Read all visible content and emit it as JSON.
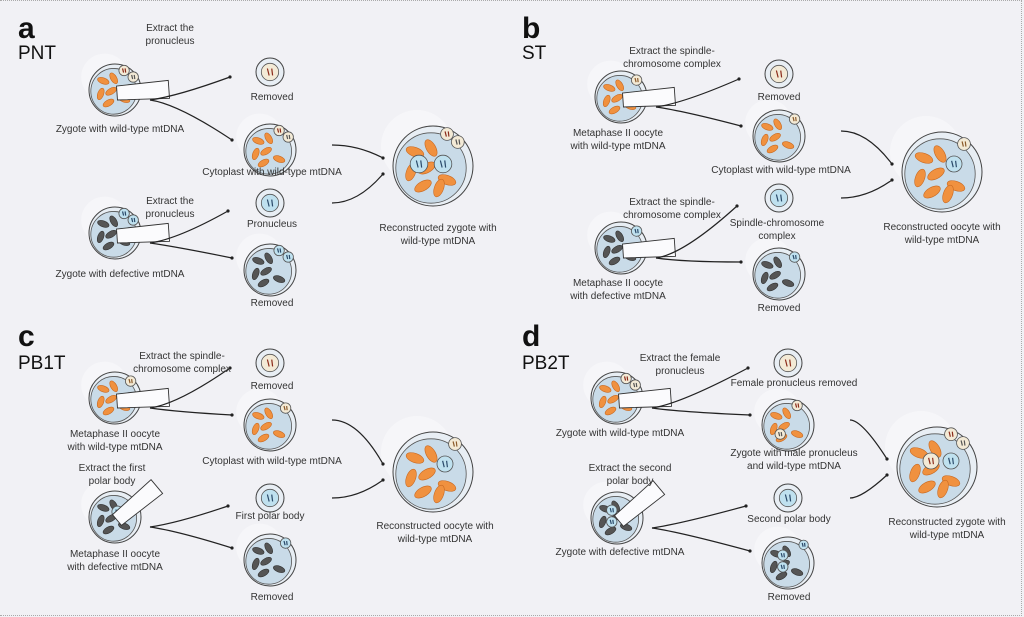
{
  "colors": {
    "background": "#f1f1f5",
    "cytoplasm": "#c9dbe8",
    "zona": "#e8eef4",
    "outline": "#444444",
    "wildtype_mito": "#f0913f",
    "defective_mito": "#555555",
    "blue_nucleus": "#bfe1ef",
    "beige_nucleus": "#f3ead6",
    "arrow": "#222222"
  },
  "panels": [
    {
      "letter": "a",
      "name": "PNT",
      "labels": {
        "extract_top": [
          "Extract the",
          "pronucleus"
        ],
        "donor_top": [
          "Zygote with wild-type mtDNA"
        ],
        "removed_top": [
          "Removed"
        ],
        "cytoplast": [
          "Cytoplast with wild-type mtDNA"
        ],
        "extract_bottom": [
          "Extract the",
          "pronucleus"
        ],
        "donor_bottom": [
          "Zygote with defective mtDNA"
        ],
        "transfer_item": [
          "Pronucleus"
        ],
        "removed_bottom": [
          "Removed"
        ],
        "result": [
          "Reconstructed zygote with",
          "wild-type mtDNA"
        ]
      }
    },
    {
      "letter": "b",
      "name": "ST",
      "labels": {
        "extract_top": [
          "Extract the spindle-",
          "chromosome complex"
        ],
        "donor_top": [
          "Metaphase II oocyte",
          "with wild-type mtDNA"
        ],
        "removed_top": [
          "Removed"
        ],
        "cytoplast": [
          "Cytoplast with wild-type mtDNA"
        ],
        "extract_bottom": [
          "Extract the spindle-",
          "chromosome complex"
        ],
        "donor_bottom": [
          "Metaphase II oocyte",
          "with defective mtDNA"
        ],
        "transfer_item": [
          "Spindle-chromosome",
          "complex"
        ],
        "removed_bottom": [
          "Removed"
        ],
        "result": [
          "Reconstructed oocyte with",
          "wild-type mtDNA"
        ]
      }
    },
    {
      "letter": "c",
      "name": "PB1T",
      "labels": {
        "extract_top": [
          "Extract the spindle-",
          "chromosome complex"
        ],
        "donor_top": [
          "Metaphase II oocyte",
          "with wild-type mtDNA"
        ],
        "removed_top": [
          "Removed"
        ],
        "cytoplast": [
          "Cytoplast with wild-type mtDNA"
        ],
        "extract_bottom": [
          "Extract the first",
          "polar body"
        ],
        "donor_bottom": [
          "Metaphase II oocyte",
          "with defective mtDNA"
        ],
        "transfer_item": [
          "First polar body"
        ],
        "removed_bottom": [
          "Removed"
        ],
        "result": [
          "Reconstructed oocyte with",
          "wild-type mtDNA"
        ]
      }
    },
    {
      "letter": "d",
      "name": "PB2T",
      "labels": {
        "extract_top": [
          "Extract the female",
          "pronucleus"
        ],
        "donor_top": [
          "Zygote with wild-type mtDNA"
        ],
        "removed_top": [
          "Female pronucleus removed"
        ],
        "cytoplast": [
          "Zygote with male pronucleus",
          "and wild-type mtDNA"
        ],
        "extract_bottom": [
          "Extract the second",
          "polar body"
        ],
        "donor_bottom": [
          "Zygote with defective mtDNA"
        ],
        "transfer_item": [
          "Second polar body"
        ],
        "removed_bottom": [
          "Removed"
        ],
        "result": [
          "Reconstructed zygote with",
          "wild-type mtDNA"
        ]
      }
    }
  ]
}
